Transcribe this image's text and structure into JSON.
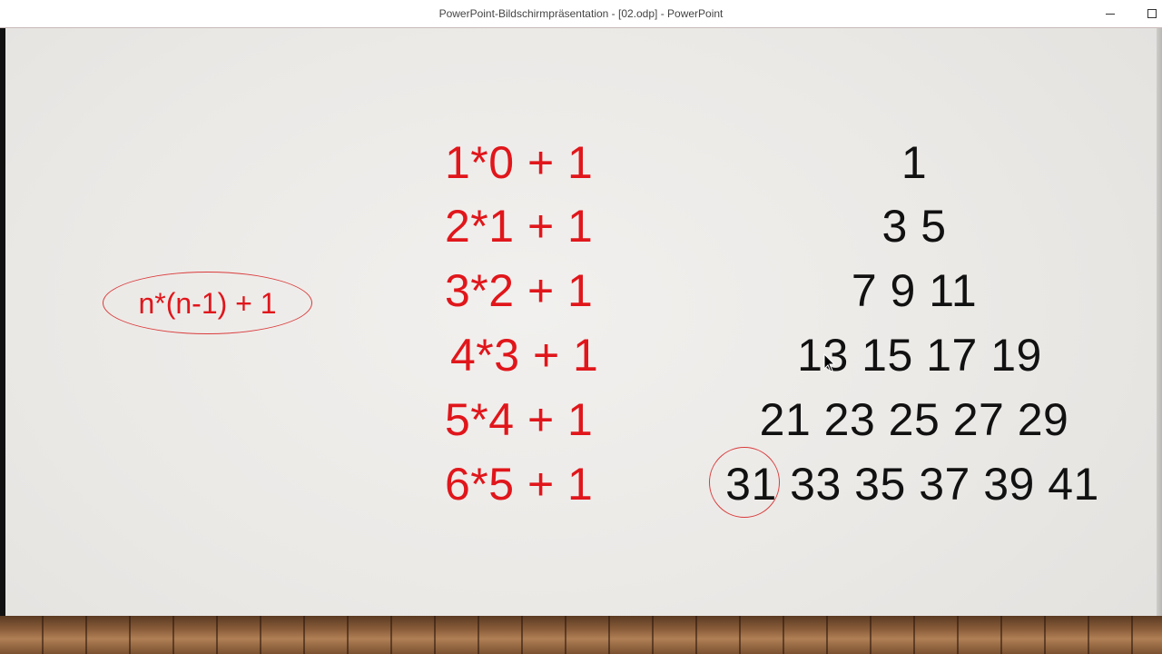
{
  "window": {
    "title": "PowerPoint-Bildschirmpräsentation - [02.odp] - PowerPoint",
    "controls": [
      "minimize-icon",
      "maximize-icon"
    ]
  },
  "slide": {
    "general_formula": "n*(n-1) + 1",
    "formulas": [
      "1*0 + 1",
      "2*1 + 1",
      "3*2 + 1",
      "4*3 + 1",
      "5*4 + 1",
      "6*5 + 1"
    ],
    "rows": [
      "1",
      "3 5",
      "7 9 11",
      "13 15 17 19",
      "21 23 25 27 29",
      "31 33 35 37 39 41"
    ],
    "highlighted_number": "31",
    "colors": {
      "formula": "#e0161b",
      "numbers": "#111111",
      "annotation": "#d93b3b"
    }
  }
}
